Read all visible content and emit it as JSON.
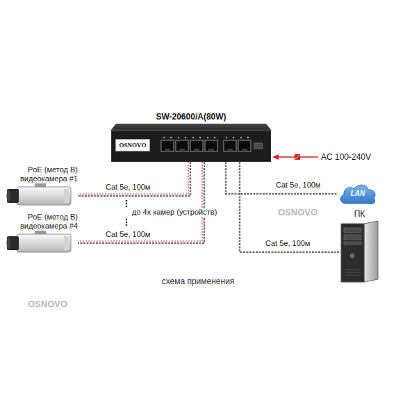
{
  "diagram": {
    "caption": "схема применения",
    "nodes": [
      {
        "text": [
          "SW-20600/A(80W)",
          "OSNOVO"
        ]
      },
      {
        "text": [
          "PoE (метод В) видеокамера #1"
        ]
      },
      {
        "text": [
          "PoE (метод В) видеокамера #4"
        ]
      },
      {
        "text": [
          "LAN"
        ]
      },
      {
        "text": [
          "ПК"
        ]
      }
    ],
    "edges": [
      {
        "from": 0,
        "to": 1,
        "arrow": "none",
        "label": "Cat 5e, 100м"
      },
      {
        "from": 0,
        "to": 2,
        "arrow": "none",
        "label": "Cat 5e, 100м"
      },
      {
        "from": 0,
        "to": 3,
        "arrow": "none",
        "label": "Cat 5e, 100м"
      },
      {
        "from": 0,
        "to": 4,
        "arrow": "none",
        "label": "Cat 5e, 100м"
      }
    ],
    "labels": [
      "до 4х камер (устройств)",
      "AC 100-240V",
      "OSNOVO",
      "OSNOVO"
    ]
  }
}
